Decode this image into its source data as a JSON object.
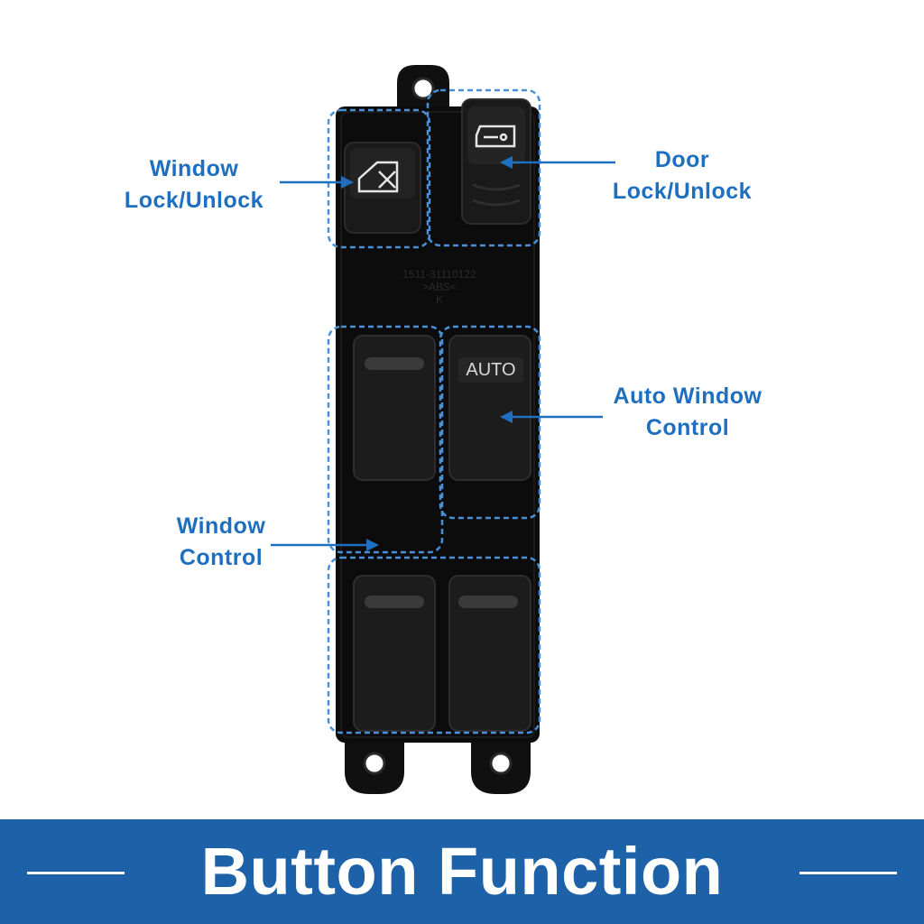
{
  "labels": {
    "window_lock": {
      "line1": "Window",
      "line2": "Lock/Unlock"
    },
    "door_lock": {
      "line1": "Door",
      "line2": "Lock/Unlock"
    },
    "auto_window": {
      "line1": "Auto Window",
      "line2": "Control"
    },
    "window_control": {
      "line1": "Window",
      "line2": "Control"
    }
  },
  "switch": {
    "auto_label": "AUTO",
    "part_number": "1511-31110122",
    "material": ">ABS<",
    "mark": "K"
  },
  "banner": {
    "title": "Button Function"
  },
  "colors": {
    "accent": "#1f6fc0",
    "banner": "#1d62a8",
    "callout_outline": "#4a90d9",
    "switch_body": "#0c0c0c"
  },
  "icons": [
    "window-lock-icon",
    "door-lock-icon"
  ]
}
